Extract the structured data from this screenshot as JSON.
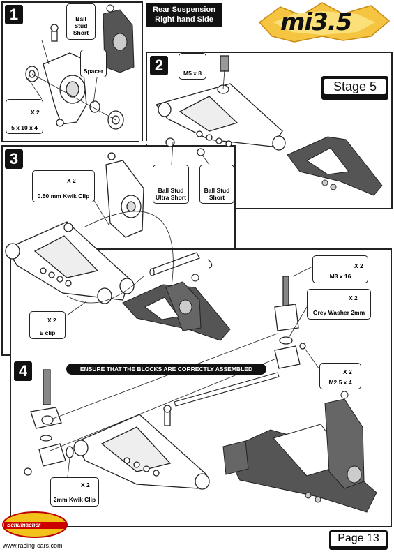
{
  "header": {
    "line1": "Rear Suspension",
    "line2": "Right hand Side"
  },
  "logo": {
    "text": "mi3.5"
  },
  "stage_label": "Stage 5",
  "steps": [
    {
      "number": "1",
      "callouts": [
        {
          "label": "Ball Stud Short"
        },
        {
          "label": "Spacer"
        },
        {
          "label": "5 x 10 x 4",
          "qty": "X 2"
        }
      ]
    },
    {
      "number": "2",
      "callouts": [
        {
          "label": "M5 x 8"
        },
        {
          "label": "Ball Stud Ultra Short"
        },
        {
          "label": "Ball Stud Short"
        }
      ]
    },
    {
      "number": "3",
      "callouts": [
        {
          "label": "0.50 mm Kwik Clip",
          "qty": "X 2"
        },
        {
          "label": "E clip",
          "qty": "X 2"
        }
      ]
    },
    {
      "number": "4",
      "callouts": [
        {
          "label": "M3 x 16",
          "qty": "X 2"
        },
        {
          "label": "Grey Washer 2mm",
          "qty": "X 2"
        },
        {
          "label": "M2.5 x 4",
          "qty": "X 2"
        },
        {
          "label": "2mm Kwik Clip",
          "qty": "X 2"
        }
      ]
    }
  ],
  "banner": "ENSURE THAT THE BLOCKS ARE CORRECTLY ASSEMBLED",
  "footer": {
    "brand": "Schumacher",
    "url": "www.racing-cars.com",
    "page": "Page 13"
  }
}
